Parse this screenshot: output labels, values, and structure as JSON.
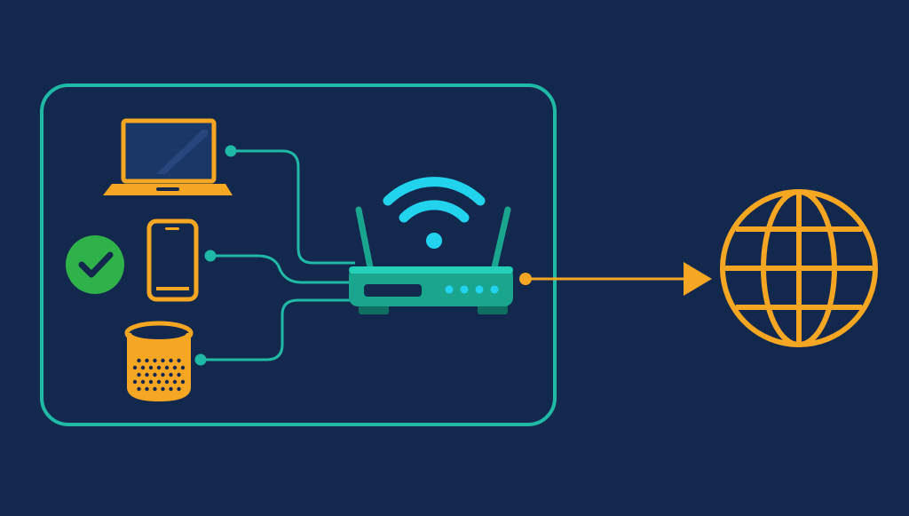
{
  "colors": {
    "background": "#13284d",
    "teal": "#1fb9a5",
    "teal_light": "#25d0b9",
    "router_body": "#1aa58f",
    "router_dark": "#0f6f60",
    "wifi_signal": "#22d3ee",
    "orange": "#f5a623",
    "check_green": "#2fb24a",
    "check_mark": "#13284d",
    "laptop_screen": "#1a3768"
  },
  "diagram": {
    "local_network": {
      "devices": [
        {
          "name": "laptop",
          "icon": "laptop-icon",
          "status": "connected"
        },
        {
          "name": "smartphone",
          "icon": "smartphone-icon",
          "status": "connected",
          "verified": true
        },
        {
          "name": "smart speaker",
          "icon": "smart-speaker-icon",
          "status": "connected"
        }
      ],
      "hub": {
        "name": "router",
        "icon": "router-icon",
        "wifi_icon": "wifi-signal-icon",
        "indicator_lights": 4
      }
    },
    "uplink": {
      "direction": "router-to-internet",
      "icon": "arrow-right-icon"
    },
    "internet": {
      "icon": "globe-icon"
    }
  }
}
